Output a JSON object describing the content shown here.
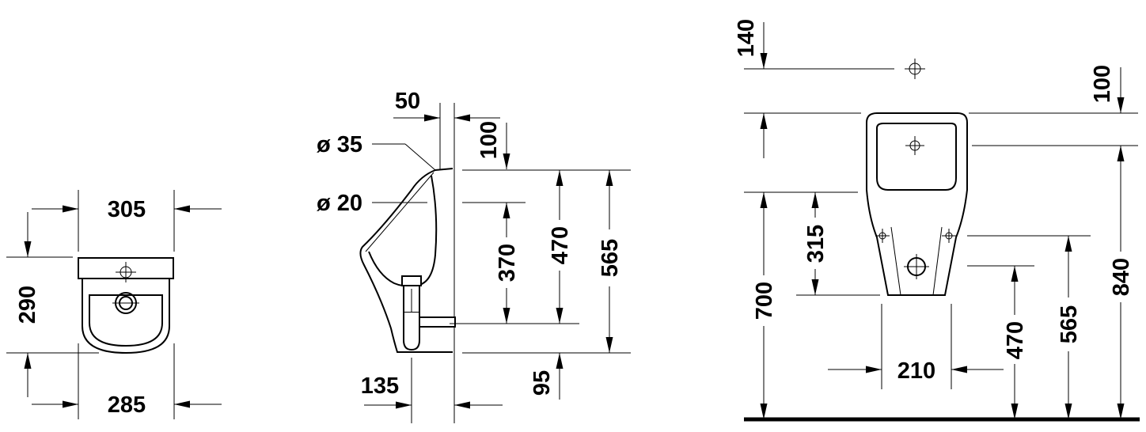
{
  "drawing": {
    "top_view": {
      "width_top": "305",
      "depth": "290",
      "width_bottom": "285"
    },
    "side_view": {
      "outlet_offset": "50",
      "inlet_diameter": "ø 35",
      "flush_diameter": "ø 20",
      "inlet_above": "100",
      "flush_height": "370",
      "height_470": "470",
      "total_height": "565",
      "projection": "135",
      "outlet_height": "95"
    },
    "front_view": {
      "top_inlet_offset": "140",
      "top_gap": "100",
      "fixing_height": "315",
      "rim_height": "700",
      "bowl_width": "210",
      "outlet_height": "470",
      "fixing_level": "565",
      "total_height": "840"
    }
  }
}
